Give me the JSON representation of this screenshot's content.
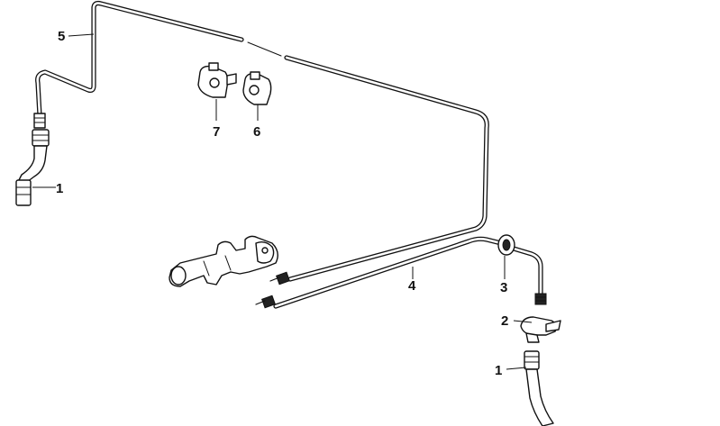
{
  "callouts": [
    {
      "id": "1a",
      "label": "1"
    },
    {
      "id": "1b",
      "label": "1"
    },
    {
      "id": "2",
      "label": "2"
    },
    {
      "id": "3",
      "label": "3"
    },
    {
      "id": "4",
      "label": "4"
    },
    {
      "id": "5",
      "label": "5"
    },
    {
      "id": "6",
      "label": "6"
    },
    {
      "id": "7",
      "label": "7"
    }
  ]
}
